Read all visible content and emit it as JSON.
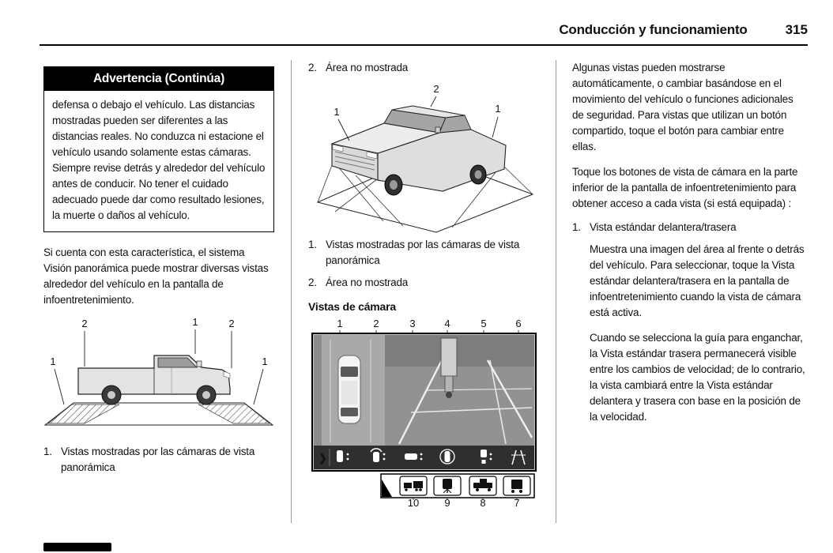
{
  "header": {
    "title": "Conducción y funcionamiento",
    "page_number": "315"
  },
  "left_column": {
    "warning": {
      "title": "Advertencia (Continúa)",
      "body": "defensa o debajo el vehículo. Las distancias mostradas pueden ser diferentes a las distancias reales. No conduzca ni estacione el vehículo usando solamente estas cámaras. Siempre revise detrás y alrededor del vehículo antes de conducir. No tener el cuidado adecuado puede dar como resultado lesiones, la muerte o daños al vehículo."
    },
    "intro": "Si cuenta con esta característica, el sistema Visión panorámica puede mostrar diversas vistas alrededor del vehículo en la pantalla de infoentretenimiento.",
    "list": [
      {
        "num": "1.",
        "text": "Vistas mostradas por las cámaras de vista panorámica"
      }
    ]
  },
  "middle_column": {
    "top_item": {
      "num": "2.",
      "text": "Área no mostrada"
    },
    "list": [
      {
        "num": "1.",
        "text": "Vistas mostradas por las cámaras de vista panorámica"
      },
      {
        "num": "2.",
        "text": "Área no mostrada"
      }
    ],
    "heading": "Vistas de cámara"
  },
  "right_column": {
    "para1": "Algunas vistas pueden mostrarse automáticamente, o cambiar basándose en el movimiento del vehículo o funciones adicionales de seguridad. Para vistas que utilizan un botón compartido, toque el botón para cambiar entre ellas.",
    "para2": "Toque los botones de vista de cámara en la parte inferior de la pantalla de infoentretenimiento para obtener acceso a cada vista (si está equipada) :",
    "item": {
      "num": "1.",
      "text": "Vista estándar delantera/trasera"
    },
    "para3": "Muestra una imagen del área al frente o detrás del vehículo. Para seleccionar, toque la Vista estándar delantera/trasera en la pantalla de infoentretenimiento cuando la vista de cámara está activa.",
    "para4": "Cuando se selecciona la guía para enganchar, la Vista estándar trasera permanecerá visible entre los cambios de velocidad; de lo contrario, la vista cambiará entre la Vista estándar delantera y trasera con base en la posición de la velocidad."
  },
  "figures": {
    "side_view": {
      "callouts": [
        "1",
        "2",
        "1",
        "2",
        "1"
      ]
    },
    "front_view": {
      "callouts": [
        "1",
        "2",
        "1"
      ]
    },
    "screen": {
      "top_callouts": [
        "1",
        "2",
        "3",
        "4",
        "5",
        "6"
      ],
      "bottom_callouts": [
        "10",
        "9",
        "8",
        "7"
      ],
      "chevron": "❯",
      "toolbar_icons": [
        "front-view-icon",
        "front-wide-view-icon",
        "side-view-icon",
        "surround-view-icon",
        "hitch-view-icon",
        "rear-lane-view-icon"
      ],
      "popup_icons": [
        "trailer-side-view-icon",
        "trailer-top-view-icon",
        "truck-side-view-icon",
        "trailer-rear-view-icon"
      ]
    }
  }
}
